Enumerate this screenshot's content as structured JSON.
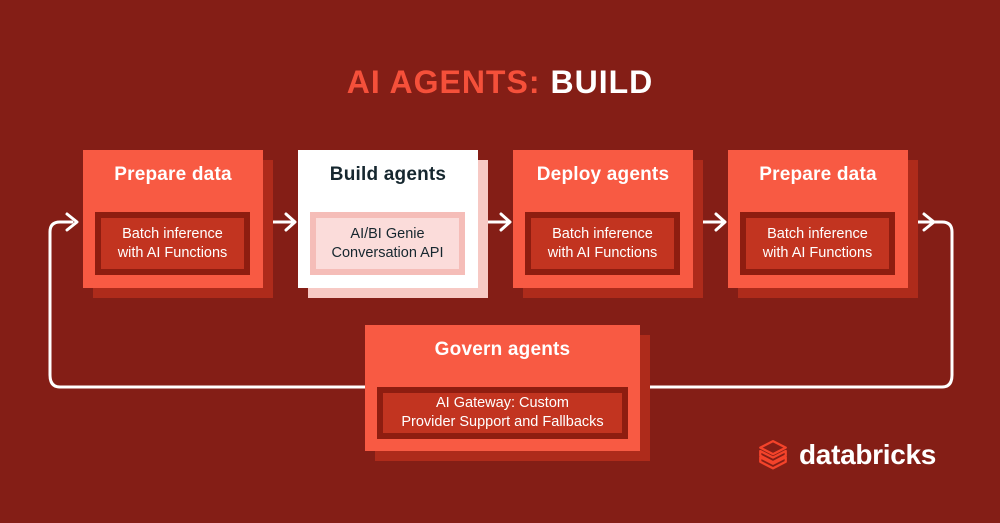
{
  "title": {
    "prefix": "AI AGENTS:",
    "emphasis": "BUILD"
  },
  "colors": {
    "background": "#841E16",
    "card_orange": "#F85A43",
    "card_shadow": "#AE2B1B",
    "inner_red": "#C23420",
    "inner_frame": "#8E1D10",
    "card_white": "#FFFFFF",
    "pink_shadow": "#F7C9C4",
    "pink_fill": "#FBDCDA",
    "text_dark": "#16272F",
    "title_accent": "#F5503A",
    "connector": "#FFFFFF",
    "logo_red": "#F4432A"
  },
  "flow": {
    "steps": [
      {
        "title": "Prepare data",
        "detail": "Batch inference\nwith AI Functions"
      },
      {
        "title": "Build agents",
        "detail": "AI/BI Genie\nConversation API"
      },
      {
        "title": "Deploy agents",
        "detail": "Batch inference\nwith AI Functions"
      },
      {
        "title": "Prepare data",
        "detail": "Batch inference\nwith AI Functions"
      }
    ],
    "govern": {
      "title": "Govern agents",
      "detail": "AI Gateway: Custom\nProvider Support and Fallbacks"
    }
  },
  "branding": {
    "wordmark": "databricks",
    "icon": "databricks-layers-icon"
  }
}
